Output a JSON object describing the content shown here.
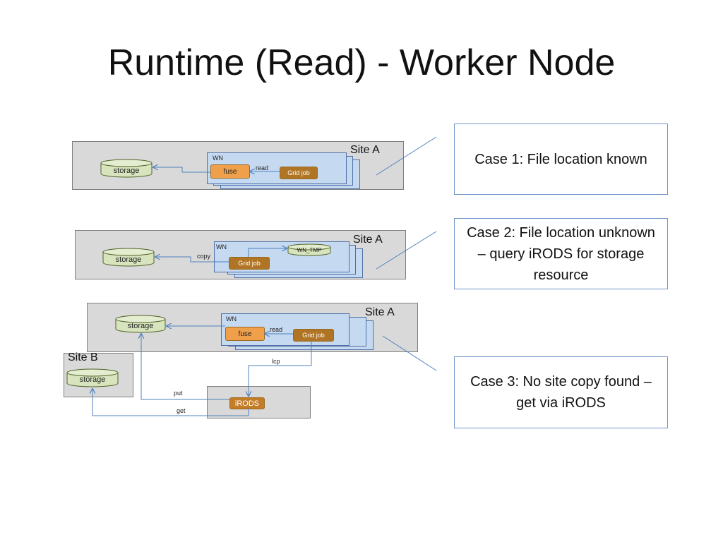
{
  "title": "Runtime (Read) - Worker Node",
  "diagram1": {
    "site_label": "Site A",
    "storage": "storage",
    "wn": "WN",
    "fuse": "fuse",
    "read": "read",
    "grid_job": "Grid job"
  },
  "diagram2": {
    "site_label": "Site A",
    "storage": "storage",
    "wn": "WN",
    "copy": "copy",
    "wn_tmp": "WN_TMP",
    "grid_job": "Grid job"
  },
  "diagram3": {
    "site_a_label": "Site A",
    "site_b_label": "Site B",
    "storage_a": "storage",
    "storage_b": "storage",
    "wn": "WN",
    "fuse": "fuse",
    "read": "read",
    "grid_job": "Grid job",
    "lcp": "lcp",
    "put": "put",
    "get": "get",
    "irods": "iRODS"
  },
  "cases": [
    {
      "text": "Case 1: File location known"
    },
    {
      "text": "Case 2: File location unknown – query iRODS for storage resource"
    },
    {
      "text": "Case 3: No site copy found – get via iRODS"
    }
  ],
  "colors": {
    "site_fill": "#d9d9d9",
    "wn_fill": "#c5d9f1",
    "storage_fill": "#d7e4bd",
    "fuse_fill": "#f0a04b",
    "gridjob_fill": "#b07524",
    "arrow": "#4f81bd",
    "case_border": "#6f94c8"
  }
}
